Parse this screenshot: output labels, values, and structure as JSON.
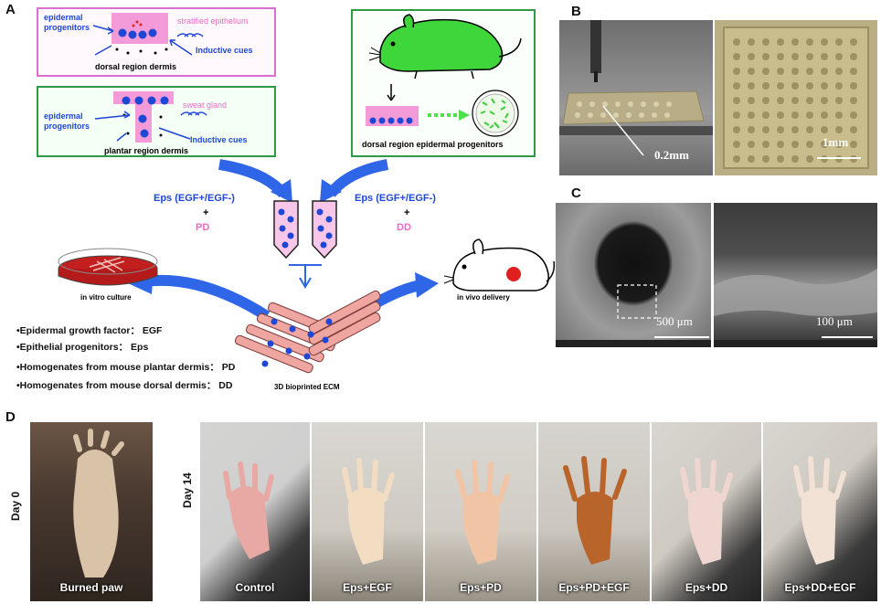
{
  "panels": {
    "a": "A",
    "b": "B",
    "c": "C",
    "d": "D"
  },
  "panelA": {
    "box1": {
      "left_label": "epidermal progenitors",
      "right_label": "stratified epithelium",
      "cue_label": "Inductive cues",
      "bottom_label": "dorsal region dermis"
    },
    "box2": {
      "left_label": "epidermal progenitors",
      "right_label": "sweat gland",
      "cue_label": "Inductive cues",
      "bottom_label": "plantar region dermis"
    },
    "box3": {
      "bottom_label": "dorsal region epidermal progenitors"
    },
    "left_mix": {
      "line1": "Eps (EGF+/EGF-)",
      "plus": "+",
      "line2": "PD"
    },
    "right_mix": {
      "line1": "Eps (EGF+/EGF-)",
      "plus": "+",
      "line2": "DD"
    },
    "in_vitro": "in vitro culture",
    "in_vivo": "in vivo delivery",
    "scaffold_label": "3D bioprinted ECM",
    "legend": [
      "•Epidermal growth factor： EGF",
      "•Epithelial progenitors： Eps",
      "•Homogenates from mouse plantar dermis： PD",
      "•Homogenates from mouse dorsal dermis： DD"
    ]
  },
  "panelB": {
    "scale_left": "0.2mm",
    "scale_right": "1mm"
  },
  "panelC": {
    "scale_left": "500 μm",
    "scale_right": "100 μm"
  },
  "panelD": {
    "day0": "Day 0",
    "day14": "Day 14",
    "labels": [
      "Burned paw",
      "Control",
      "Eps+EGF",
      "Eps+PD",
      "Eps+PD+EGF",
      "Eps+DD",
      "Eps+DD+EGF"
    ]
  },
  "colors": {
    "accent_blue": "#1f47d6",
    "accent_pink": "#e86bc6",
    "box_pink_border": "#d96fd0",
    "box_green_border": "#2f9a45"
  }
}
